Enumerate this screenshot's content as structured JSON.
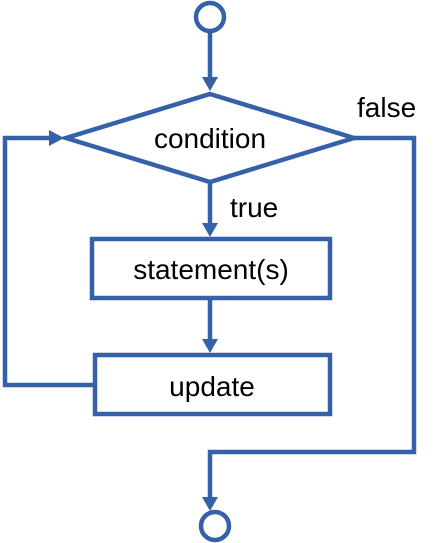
{
  "diagram": {
    "type": "flowchart",
    "stroke_color": "#3461a8",
    "nodes": {
      "condition": "condition",
      "statement": "statement(s)",
      "update": "update"
    },
    "edges": {
      "true_label": "true",
      "false_label": "false"
    }
  }
}
